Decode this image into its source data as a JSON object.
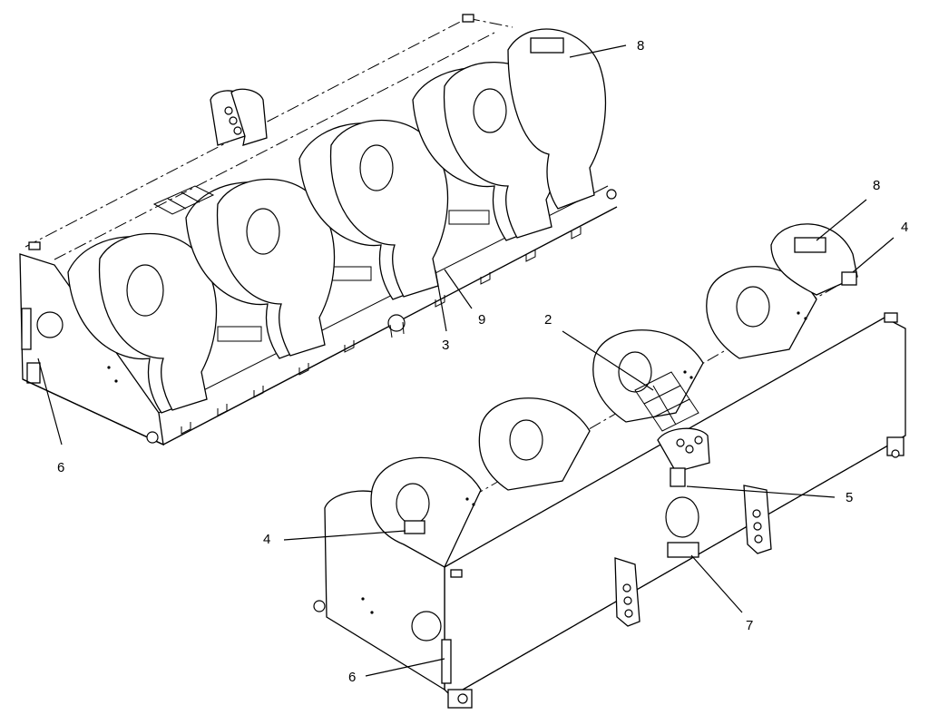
{
  "callouts": {
    "c8_top": "8",
    "c8_right": "8",
    "c4_right": "4",
    "c9": "9",
    "c2": "2",
    "c3": "3",
    "c6_left": "6",
    "c5": "5",
    "c4_left": "4",
    "c7": "7",
    "c6_bottom": "6"
  }
}
